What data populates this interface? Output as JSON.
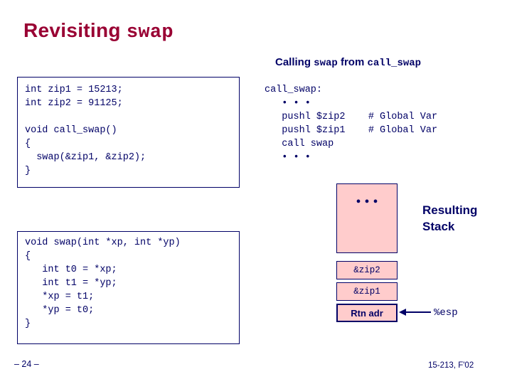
{
  "slide": {
    "title_main": "Revisiting ",
    "title_mono": "swap",
    "subtitle_pre": "Calling ",
    "subtitle_mono1": "swap",
    "subtitle_mid": " from ",
    "subtitle_mono2": "call_swap",
    "code_top": "int zip1 = 15213;\nint zip2 = 91125;\n\nvoid call_swap()\n{\n  swap(&zip1, &zip2);\n}",
    "code_bottom": "void swap(int *xp, int *yp)\n{\n   int t0 = *xp;\n   int t1 = *yp;\n   *xp = t1;\n   *yp = t0;\n}",
    "assembly": "call_swap:\n   • • •\n   pushl $zip2    # Global Var\n   pushl $zip1    # Global Var\n   call swap\n   • • •",
    "stack": {
      "dots": "•\n•\n•",
      "cell_zip2": "&zip2",
      "cell_zip1": "&zip1",
      "cell_rtn": "Rtn adr"
    },
    "resulting_label": "Resulting\nStack",
    "esp_label": "%esp",
    "footer_left": "– 24 –",
    "footer_right": "15-213, F'02"
  }
}
